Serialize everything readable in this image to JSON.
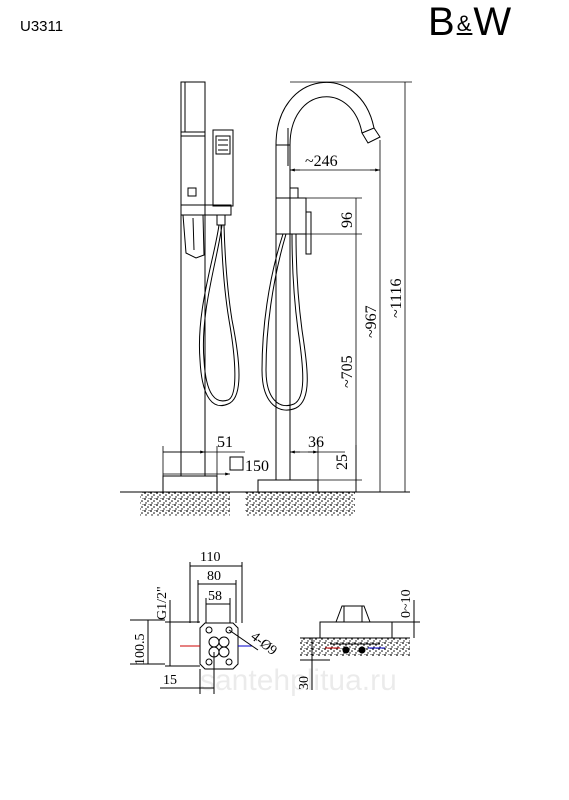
{
  "header": {
    "model": "U3311",
    "logo": {
      "left": "B",
      "amp": "&",
      "right": "W"
    }
  },
  "dimensions": {
    "d246": "~246",
    "d96": "96",
    "d705": "~705",
    "d967": "~967",
    "d1116": "~1116",
    "d51": "51",
    "d36": "36",
    "d25": "25",
    "d150": "150"
  },
  "plan_dimensions": {
    "d110": "110",
    "d80": "80",
    "d58": "58",
    "thread": "G1/2\"",
    "holes": "4-Ø9",
    "d100_5": "100.5",
    "d15": "15",
    "d0_10": "0~10",
    "d30": "30"
  },
  "watermark": "santehplitua.ru"
}
